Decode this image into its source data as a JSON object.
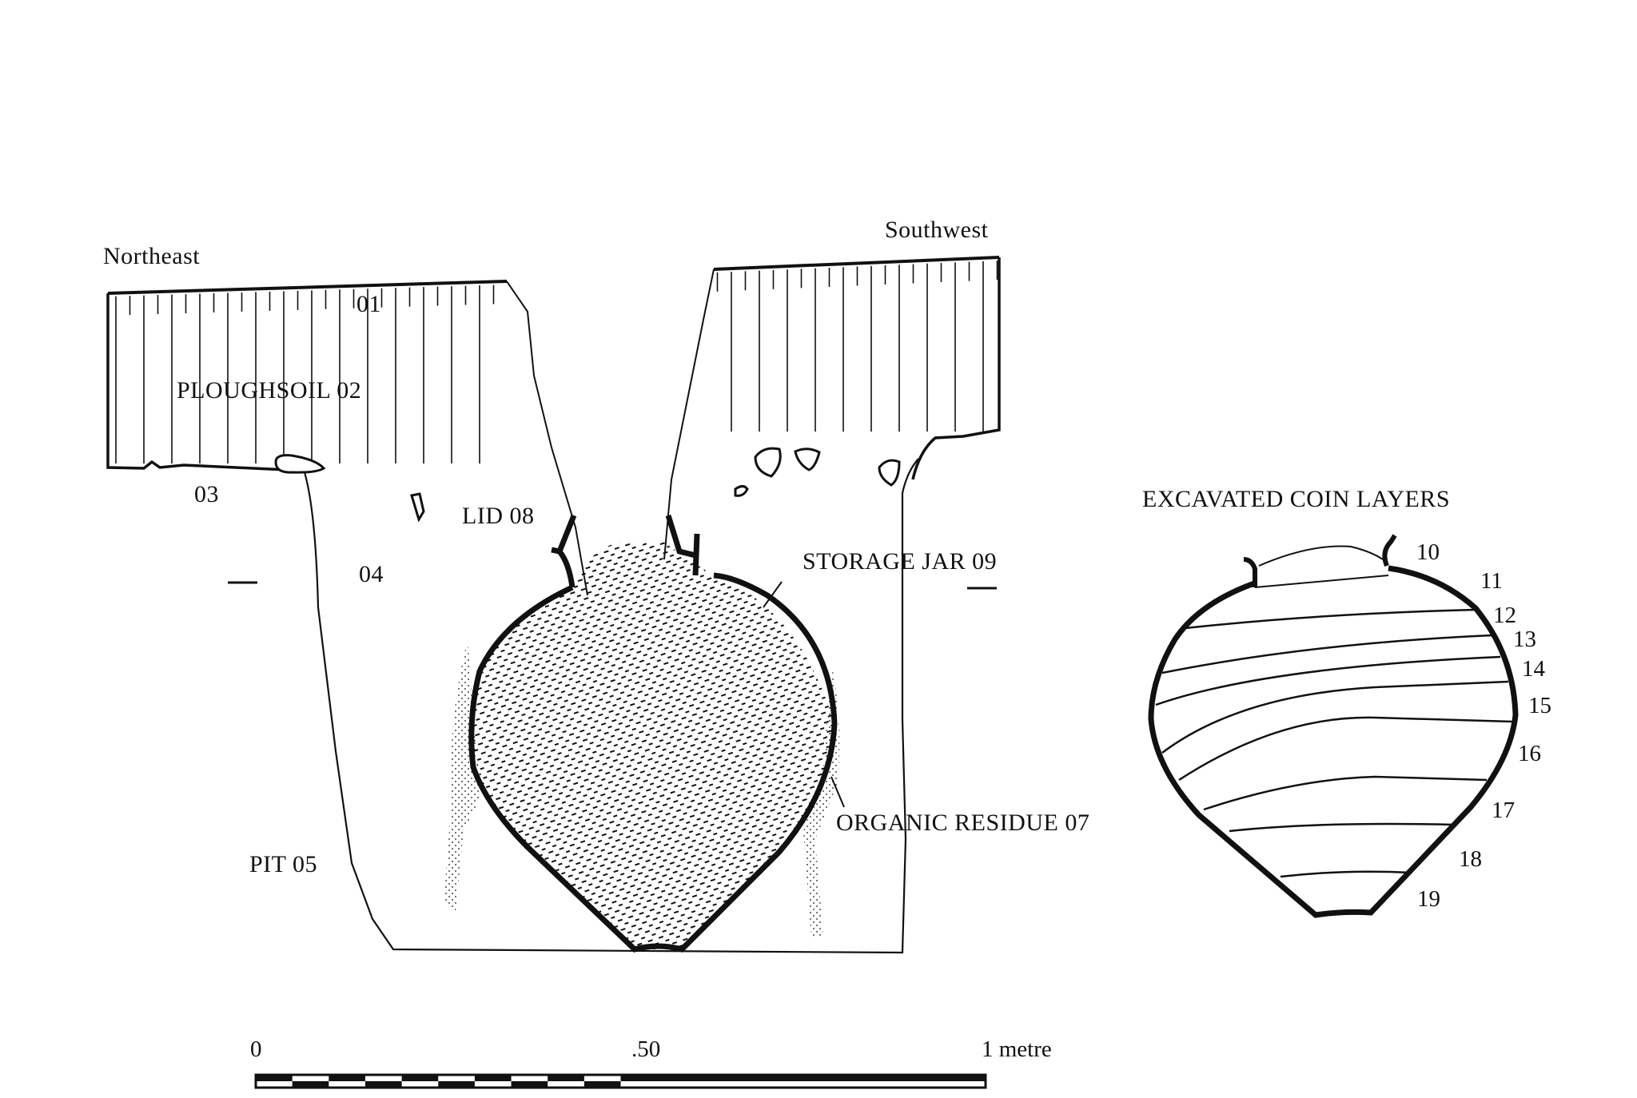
{
  "section": {
    "orientation_left": "Northeast",
    "orientation_right": "Southwest",
    "labels": {
      "context_01": "01",
      "ploughsoil": "PLOUGHSOIL  02",
      "context_03": "03",
      "context_04": "04",
      "lid": "LID  08",
      "storage_jar": "STORAGE JAR  09",
      "organic_residue": "ORGANIC RESIDUE  07",
      "pit": "PIT  05"
    }
  },
  "coin_layers": {
    "title": "EXCAVATED COIN LAYERS",
    "layers": [
      "10",
      "11",
      "12",
      "13",
      "14",
      "15",
      "16",
      "17",
      "18",
      "19"
    ]
  },
  "scale_bar": {
    "start": "0",
    "middle": ".50",
    "end": "1 metre"
  },
  "colors": {
    "ink": "#111111",
    "paper": "#ffffff"
  }
}
